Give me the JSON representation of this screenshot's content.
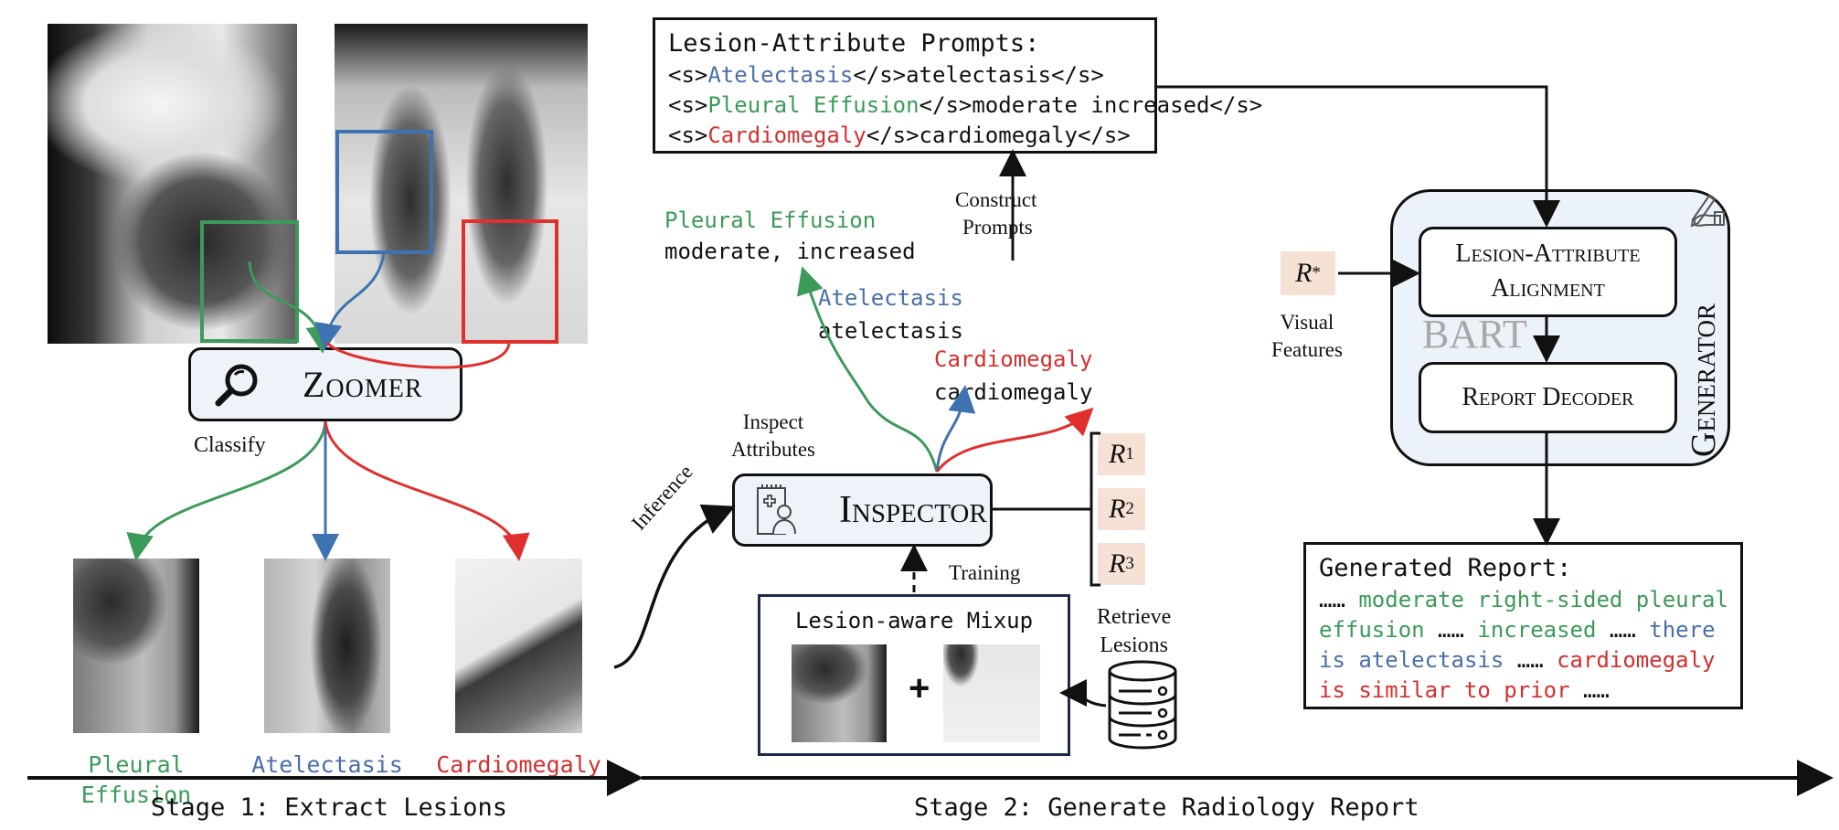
{
  "stage1": {
    "inputs": [
      {
        "name": "lateral-xray"
      },
      {
        "name": "frontal-xray"
      }
    ],
    "regions": [
      {
        "label": "Pleural Effusion",
        "color": "#3c9a5a"
      },
      {
        "label": "Atelectasis",
        "color": "#3f72b0"
      },
      {
        "label": "Cardiomegaly",
        "color": "#e0302e"
      }
    ],
    "zoomer": {
      "title": "Zoomer",
      "icon": "magnifier-icon"
    },
    "classify_label": "Classify",
    "crops": [
      {
        "label_line1": "Pleural",
        "label_line2": "Effusion",
        "color": "#3c9a5a"
      },
      {
        "label_line1": "Atelectasis",
        "label_line2": "",
        "color": "#4a6fa8"
      },
      {
        "label_line1": "Cardiomegaly",
        "label_line2": "",
        "color": "#d42f2f"
      }
    ],
    "axis_label": "Stage 1: Extract Lesions"
  },
  "stage2": {
    "inference_label": "Inference",
    "inspector": {
      "title": "Inspector",
      "icon": "doctor-clipboard-icon"
    },
    "inspect_label_line1": "Inspect",
    "inspect_label_line2": "Attributes",
    "attributes": [
      {
        "lesion": "Pleural Effusion",
        "value": "moderate, increased",
        "color": "#3c9a5a"
      },
      {
        "lesion": "Atelectasis",
        "value": "atelectasis",
        "color": "#4a6fa8"
      },
      {
        "lesion": "Cardiomegaly",
        "value": "cardiomegaly",
        "color": "#d42f2f"
      }
    ],
    "construct_label_line1": "Construct",
    "construct_label_line2": "Prompts",
    "prompts": {
      "title": "Lesion-Attribute Prompts:",
      "lines": [
        {
          "open": "<s>",
          "lesion": "Atelectasis",
          "rest": "</s>atelectasis</s>",
          "color": "#4a6fa8"
        },
        {
          "open": "<s>",
          "lesion": "Pleural Effusion",
          "rest": "</s>moderate increased</s>",
          "color": "#3c9a5a"
        },
        {
          "open": "<s>",
          "lesion": "Cardiomegaly",
          "rest": "</s>cardiomegaly</s>",
          "color": "#d42f2f"
        }
      ]
    },
    "region_features": [
      {
        "symbol": "R",
        "sub": "1"
      },
      {
        "symbol": "R",
        "sub": "2"
      },
      {
        "symbol": "R",
        "sub": "3"
      }
    ],
    "training_label": "Training",
    "mixup": {
      "title": "Lesion-aware Mixup",
      "plus": "+"
    },
    "retrieve_label_line1": "Retrieve",
    "retrieve_label_line2": "Lesions",
    "database_icon": "database-icon",
    "visual": {
      "symbol": "R",
      "sub": "*",
      "label_line1": "Visual",
      "label_line2": "Features"
    },
    "generator": {
      "title": "Generator",
      "backbone": "BART",
      "alignment_line1": "Lesion-Attribute",
      "alignment_line2": "Alignment",
      "decoder": "Report Decoder",
      "icon": "writing-hand-icon"
    },
    "report": {
      "title": "Generated Report:",
      "lines": [
        [
          {
            "t": "…… ",
            "c": "#111"
          },
          {
            "t": "moderate right-sided pleural",
            "c": "#3c9a5a"
          }
        ],
        [
          {
            "t": "effusion ",
            "c": "#3c9a5a"
          },
          {
            "t": "…… ",
            "c": "#111"
          },
          {
            "t": "increased ",
            "c": "#3c9a5a"
          },
          {
            "t": "…… ",
            "c": "#111"
          },
          {
            "t": "there",
            "c": "#4a6fa8"
          }
        ],
        [
          {
            "t": "is atelectasis ",
            "c": "#4a6fa8"
          },
          {
            "t": "…… ",
            "c": "#111"
          },
          {
            "t": "cardiomegaly",
            "c": "#d42f2f"
          }
        ],
        [
          {
            "t": "is similar to prior ",
            "c": "#d42f2f"
          },
          {
            "t": "……",
            "c": "#111"
          }
        ]
      ]
    },
    "axis_label": "Stage 2: Generate Radiology Report"
  }
}
